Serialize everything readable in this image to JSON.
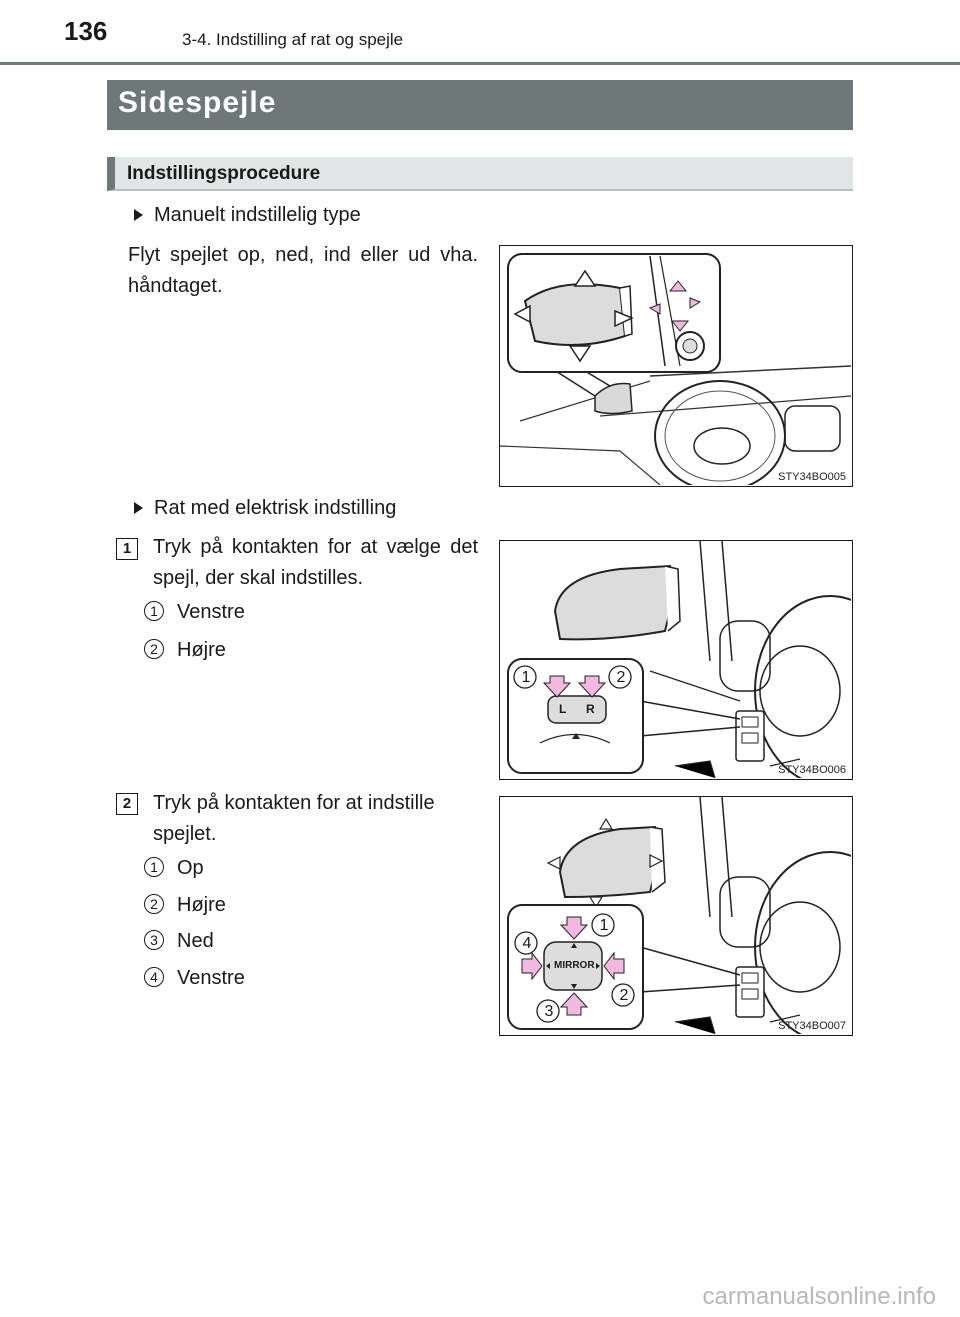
{
  "header": {
    "page_number": "136",
    "chapter": "3-4. Indstilling af rat og spejle"
  },
  "section": {
    "title": "Sidespejle",
    "subtitle": "Indstillingsprocedure"
  },
  "manual": {
    "heading": "Manuelt indstillelig type",
    "text": "Flyt spejlet op, ned, ind eller ud vha. håndtaget.",
    "figure_code": "STY34BO005"
  },
  "electric": {
    "heading": "Rat med elektrisk indstilling",
    "step1": {
      "number": "1",
      "text": "Tryk på kontakten for at vælge det spejl, der skal indstilles.",
      "items": [
        {
          "num": "1",
          "label": "Venstre"
        },
        {
          "num": "2",
          "label": "Højre"
        }
      ],
      "figure_code": "STY34BO006",
      "switch_labels": {
        "left": "L",
        "right": "R"
      }
    },
    "step2": {
      "number": "2",
      "text": "Tryk på kontakten for at indstille spejlet.",
      "items": [
        {
          "num": "1",
          "label": "Op"
        },
        {
          "num": "2",
          "label": "Højre"
        },
        {
          "num": "3",
          "label": "Ned"
        },
        {
          "num": "4",
          "label": "Venstre"
        }
      ],
      "figure_code": "STY34BO007",
      "switch_label": "MIRROR"
    }
  },
  "watermark": "carmanualsonline.info",
  "colors": {
    "banner": "#6e7878",
    "subbanner": "#e1e5e5",
    "arrow_fill": "#f2b8e0"
  }
}
